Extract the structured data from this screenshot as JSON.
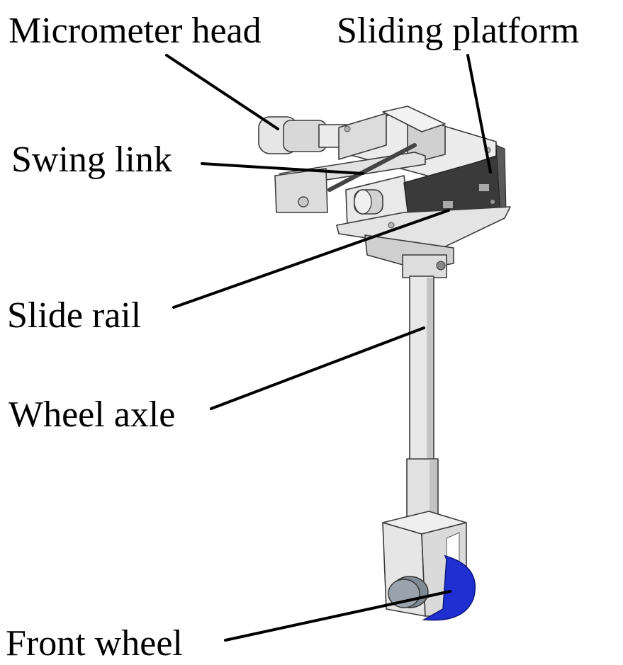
{
  "labels": {
    "micrometer_head": "Micrometer head",
    "sliding_platform": "Sliding platform",
    "swing_link": "Swing link",
    "slide_rail": "Slide rail",
    "wheel_axle": "Wheel axle",
    "front_wheel": "Front wheel"
  },
  "colors": {
    "metal_light": "#e6e6e6",
    "metal_mid": "#cfcfcf",
    "metal_shadow": "#a9a9a9",
    "platform_dark": "#3a3a3a",
    "wheel_blue": "#1f2fd1",
    "hub_gray": "#9aa3ad",
    "outline": "#3a3a3a"
  }
}
